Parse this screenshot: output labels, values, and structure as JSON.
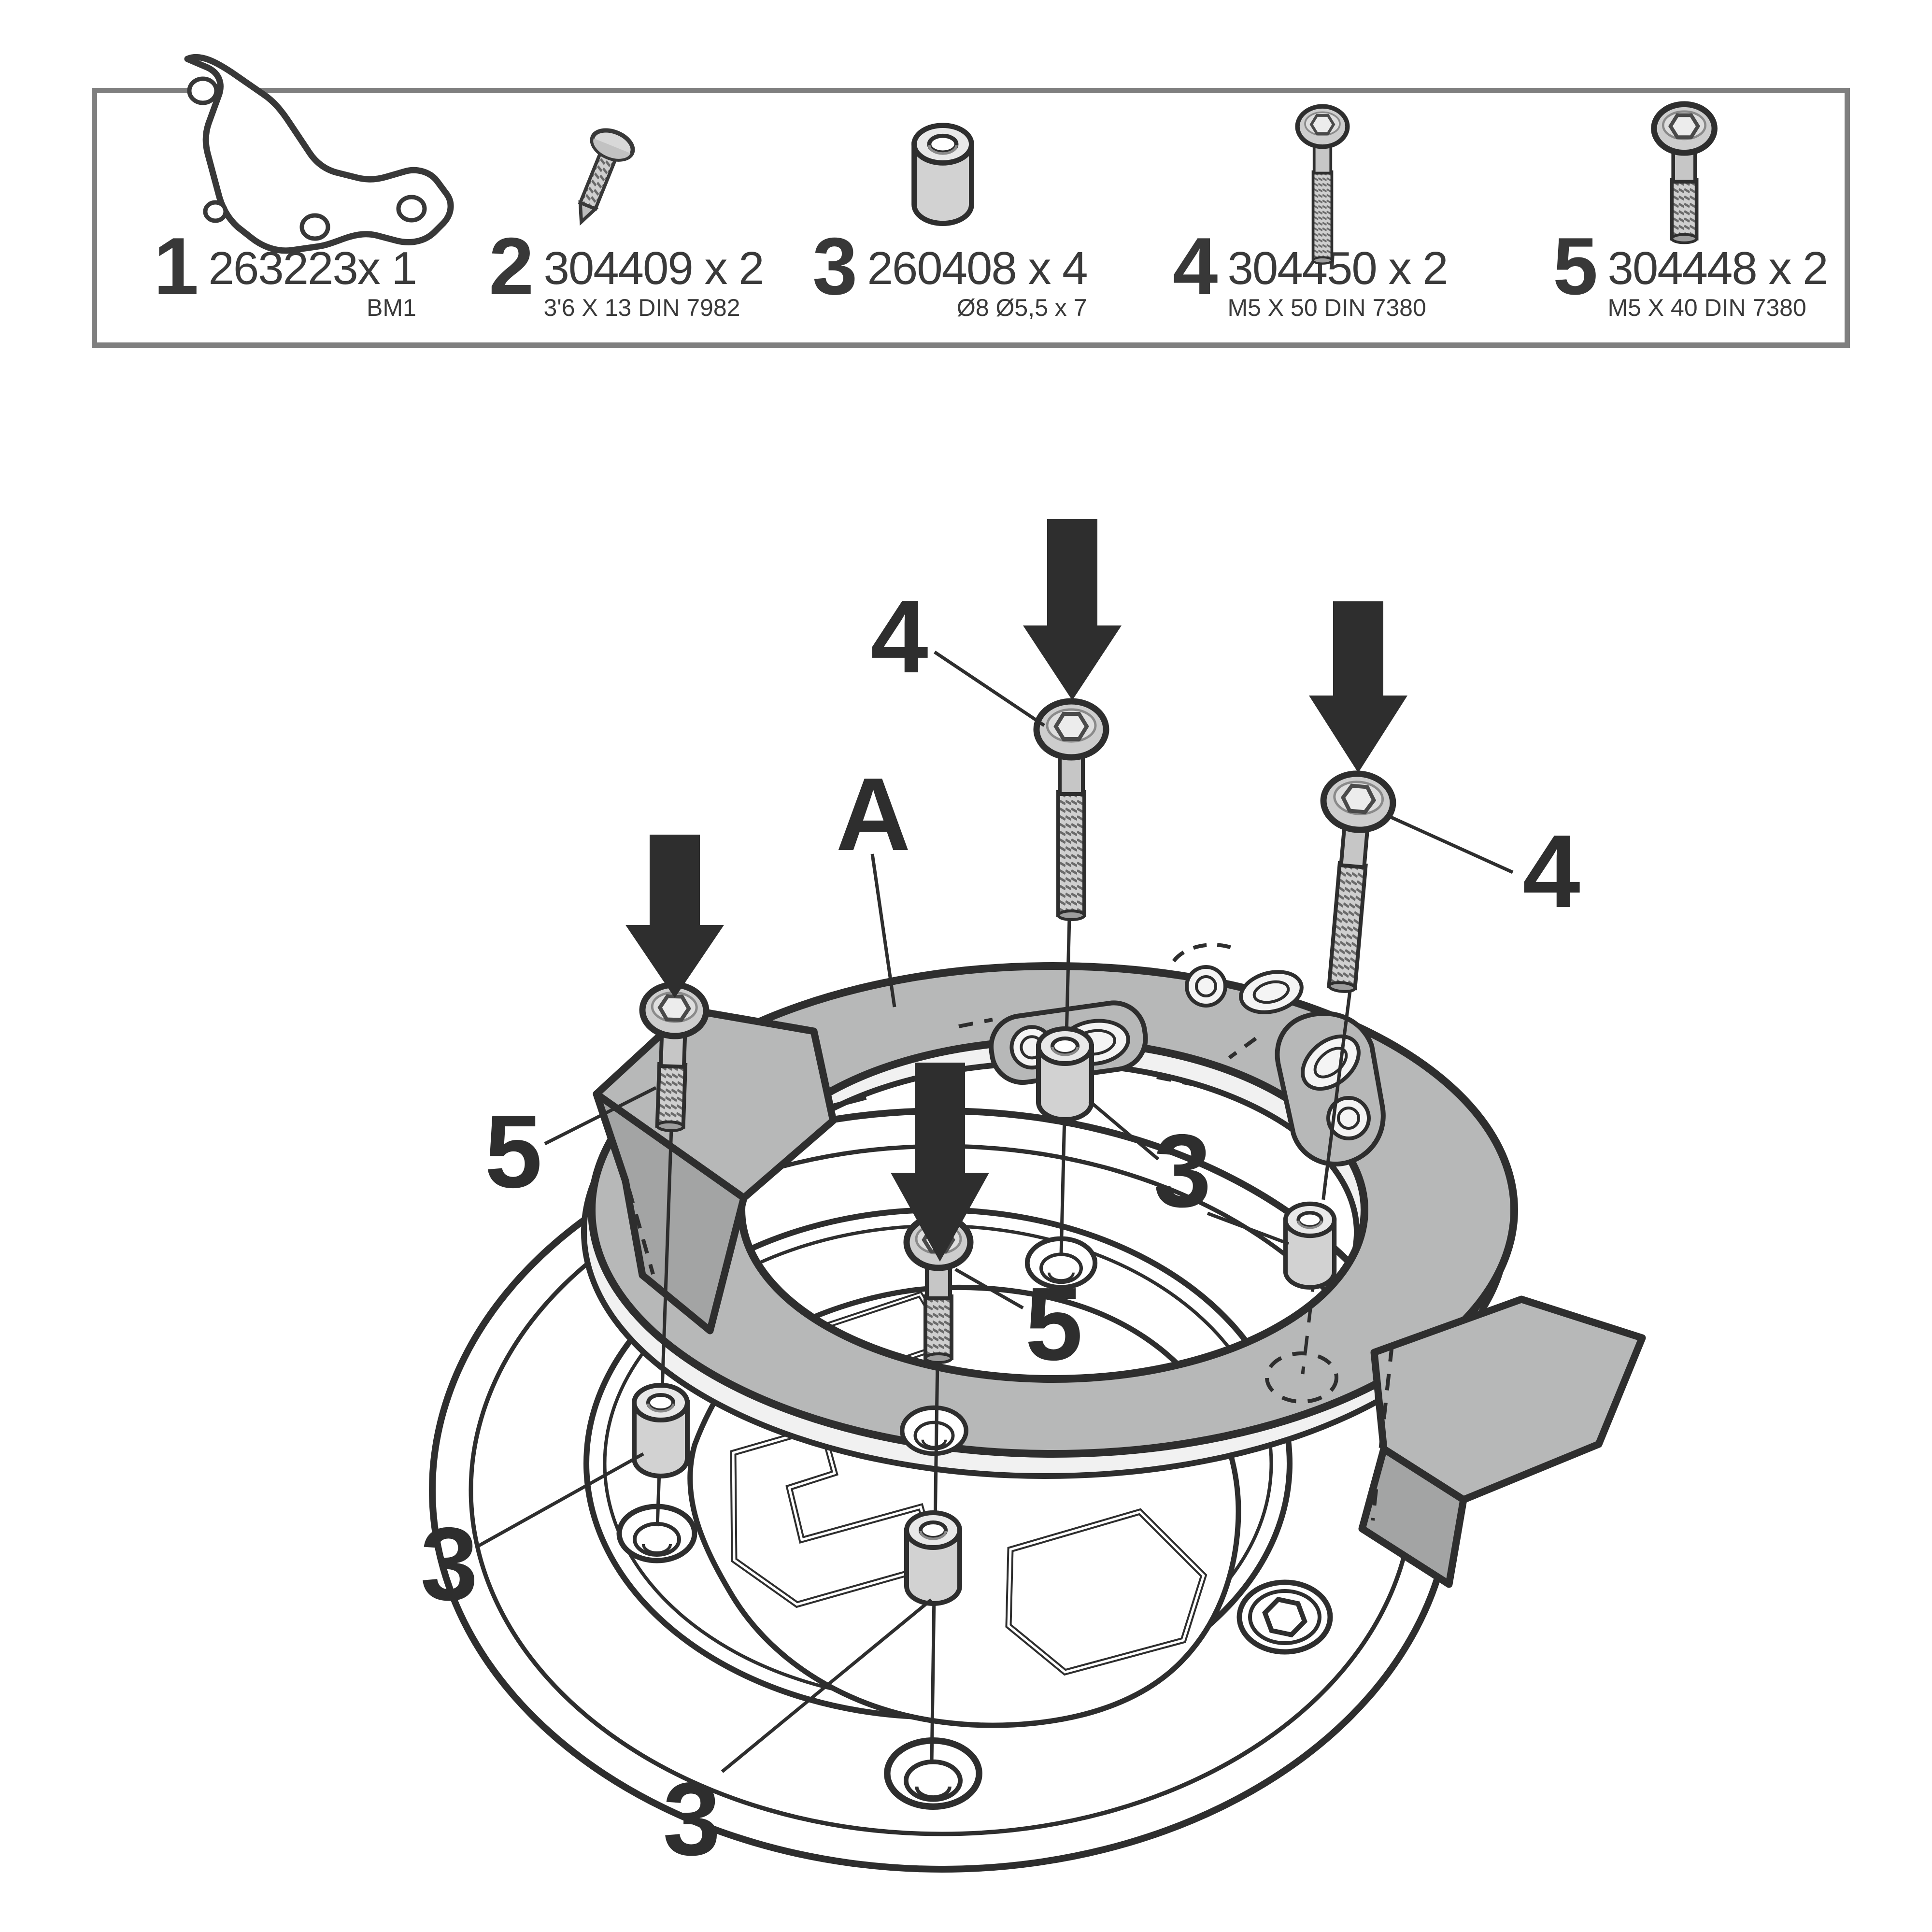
{
  "parts_box": {
    "items": [
      {
        "num": "1",
        "code": "263223x 1",
        "spec": "BM1",
        "icon": "bracket-icon",
        "quantity": 1
      },
      {
        "num": "2",
        "code": "304409 x 2",
        "spec": "3'6 X 13 DIN 7982",
        "icon": "tapping-screw-icon",
        "quantity": 2
      },
      {
        "num": "3",
        "code": "260408 x 4",
        "spec": "Ø8 Ø5,5 x 7",
        "icon": "spacer-bushing-icon",
        "quantity": 4
      },
      {
        "num": "4",
        "code": "304450 x 2",
        "spec": "M5 X 50 DIN 7380",
        "icon": "bolt-m5x50-icon",
        "quantity": 2
      },
      {
        "num": "5",
        "code": "304448 x 2",
        "spec": "M5 X 40 DIN 7380",
        "icon": "bolt-m5x40-icon",
        "quantity": 2
      }
    ]
  },
  "diagram": {
    "ring_label": "A",
    "callout_bolt_m5x50": "4",
    "callout_bolt_m5x40": "5",
    "callout_spacer": "3",
    "icons": {
      "press_direction": "arrow-down-icon"
    }
  },
  "colors": {
    "outline": "#2e2e2e",
    "ring_top": "#b7b8b8",
    "ring_side": "#a3a4a4",
    "metal_light": "#cdcdcd",
    "spacer_body": "#d2d2d2",
    "box_border": "#7f7f7f",
    "text": "#383838",
    "arrow": "#2e2e2e",
    "paper": "#ffffff"
  }
}
